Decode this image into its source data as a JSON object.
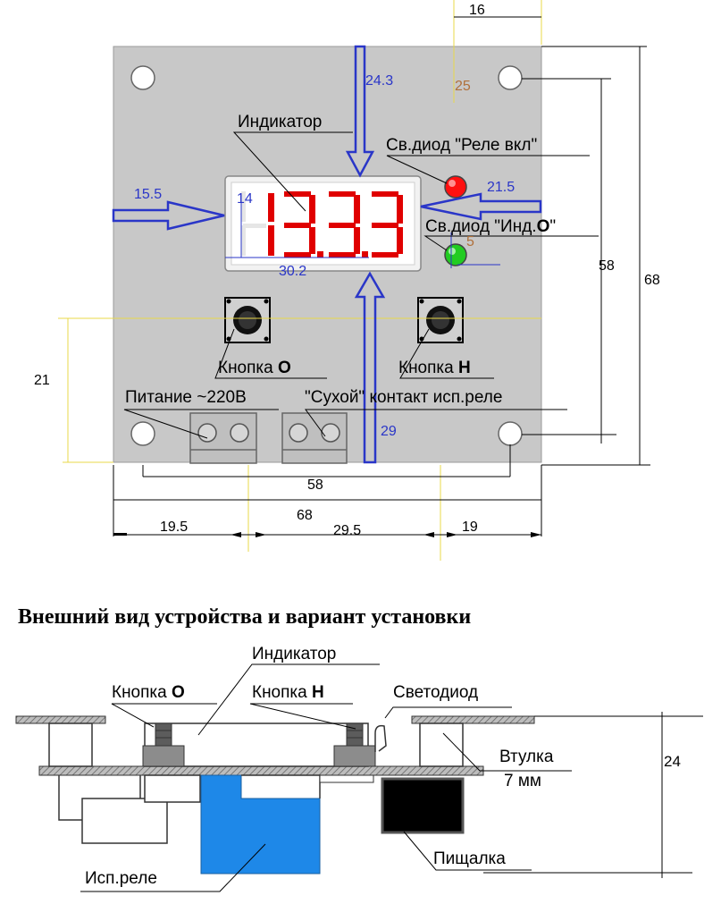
{
  "top_view": {
    "labels": {
      "indicator": "Индикатор",
      "led_relay": "Св.диод \"Реле вкл\"",
      "led_ind_prefix": "Св.диод \"Инд.",
      "led_ind_letter": "O",
      "led_ind_suffix": "\"",
      "button_o_prefix": "Кнопка ",
      "button_o_letter": "O",
      "button_n_prefix": "Кнопка ",
      "button_n_letter": "H",
      "power": "Питание ~220В",
      "dry_contact": "\"Сухой\" контакт исп.реле"
    },
    "display_value": "13.3.3",
    "dimensions": {
      "d16": "16",
      "d24_3": "24.3",
      "d25": "25",
      "d15_5": "15.5",
      "d14": "14",
      "d21_5": "21.5",
      "d5": "5",
      "d30_2": "30.2",
      "d58_right": "58",
      "d68_right": "68",
      "d21_left": "21",
      "d29": "29",
      "d58_bottom": "58",
      "d68_bottom": "68",
      "d19_5": "19.5",
      "d29_5": "29.5",
      "d19": "19"
    },
    "colors": {
      "panel": "#c8c8c8",
      "display_bg": "#f2f2f2",
      "segment": "#e00000",
      "led_red": "#ff1010",
      "led_green": "#22cc22",
      "arrow_blue": "#2a36c8",
      "dim_orange": "#b0703a",
      "guide_yellow": "#e8d84a"
    }
  },
  "section_title": "Внешний вид устройства и вариант установки",
  "side_view": {
    "labels": {
      "indicator": "Индикатор",
      "button_o_prefix": "Кнопка ",
      "button_o_letter": "O",
      "button_n_prefix": "Кнопка ",
      "button_n_letter": "H",
      "led": "Светодиод",
      "bushing": "Втулка",
      "bushing_size": "7 мм",
      "relay": "Исп.реле",
      "buzzer": "Пищалка",
      "height": "24"
    },
    "colors": {
      "relay": "#1e88e8",
      "button": "#8c8c8c",
      "buzzer": "#000000",
      "hatch": "#999999"
    }
  }
}
